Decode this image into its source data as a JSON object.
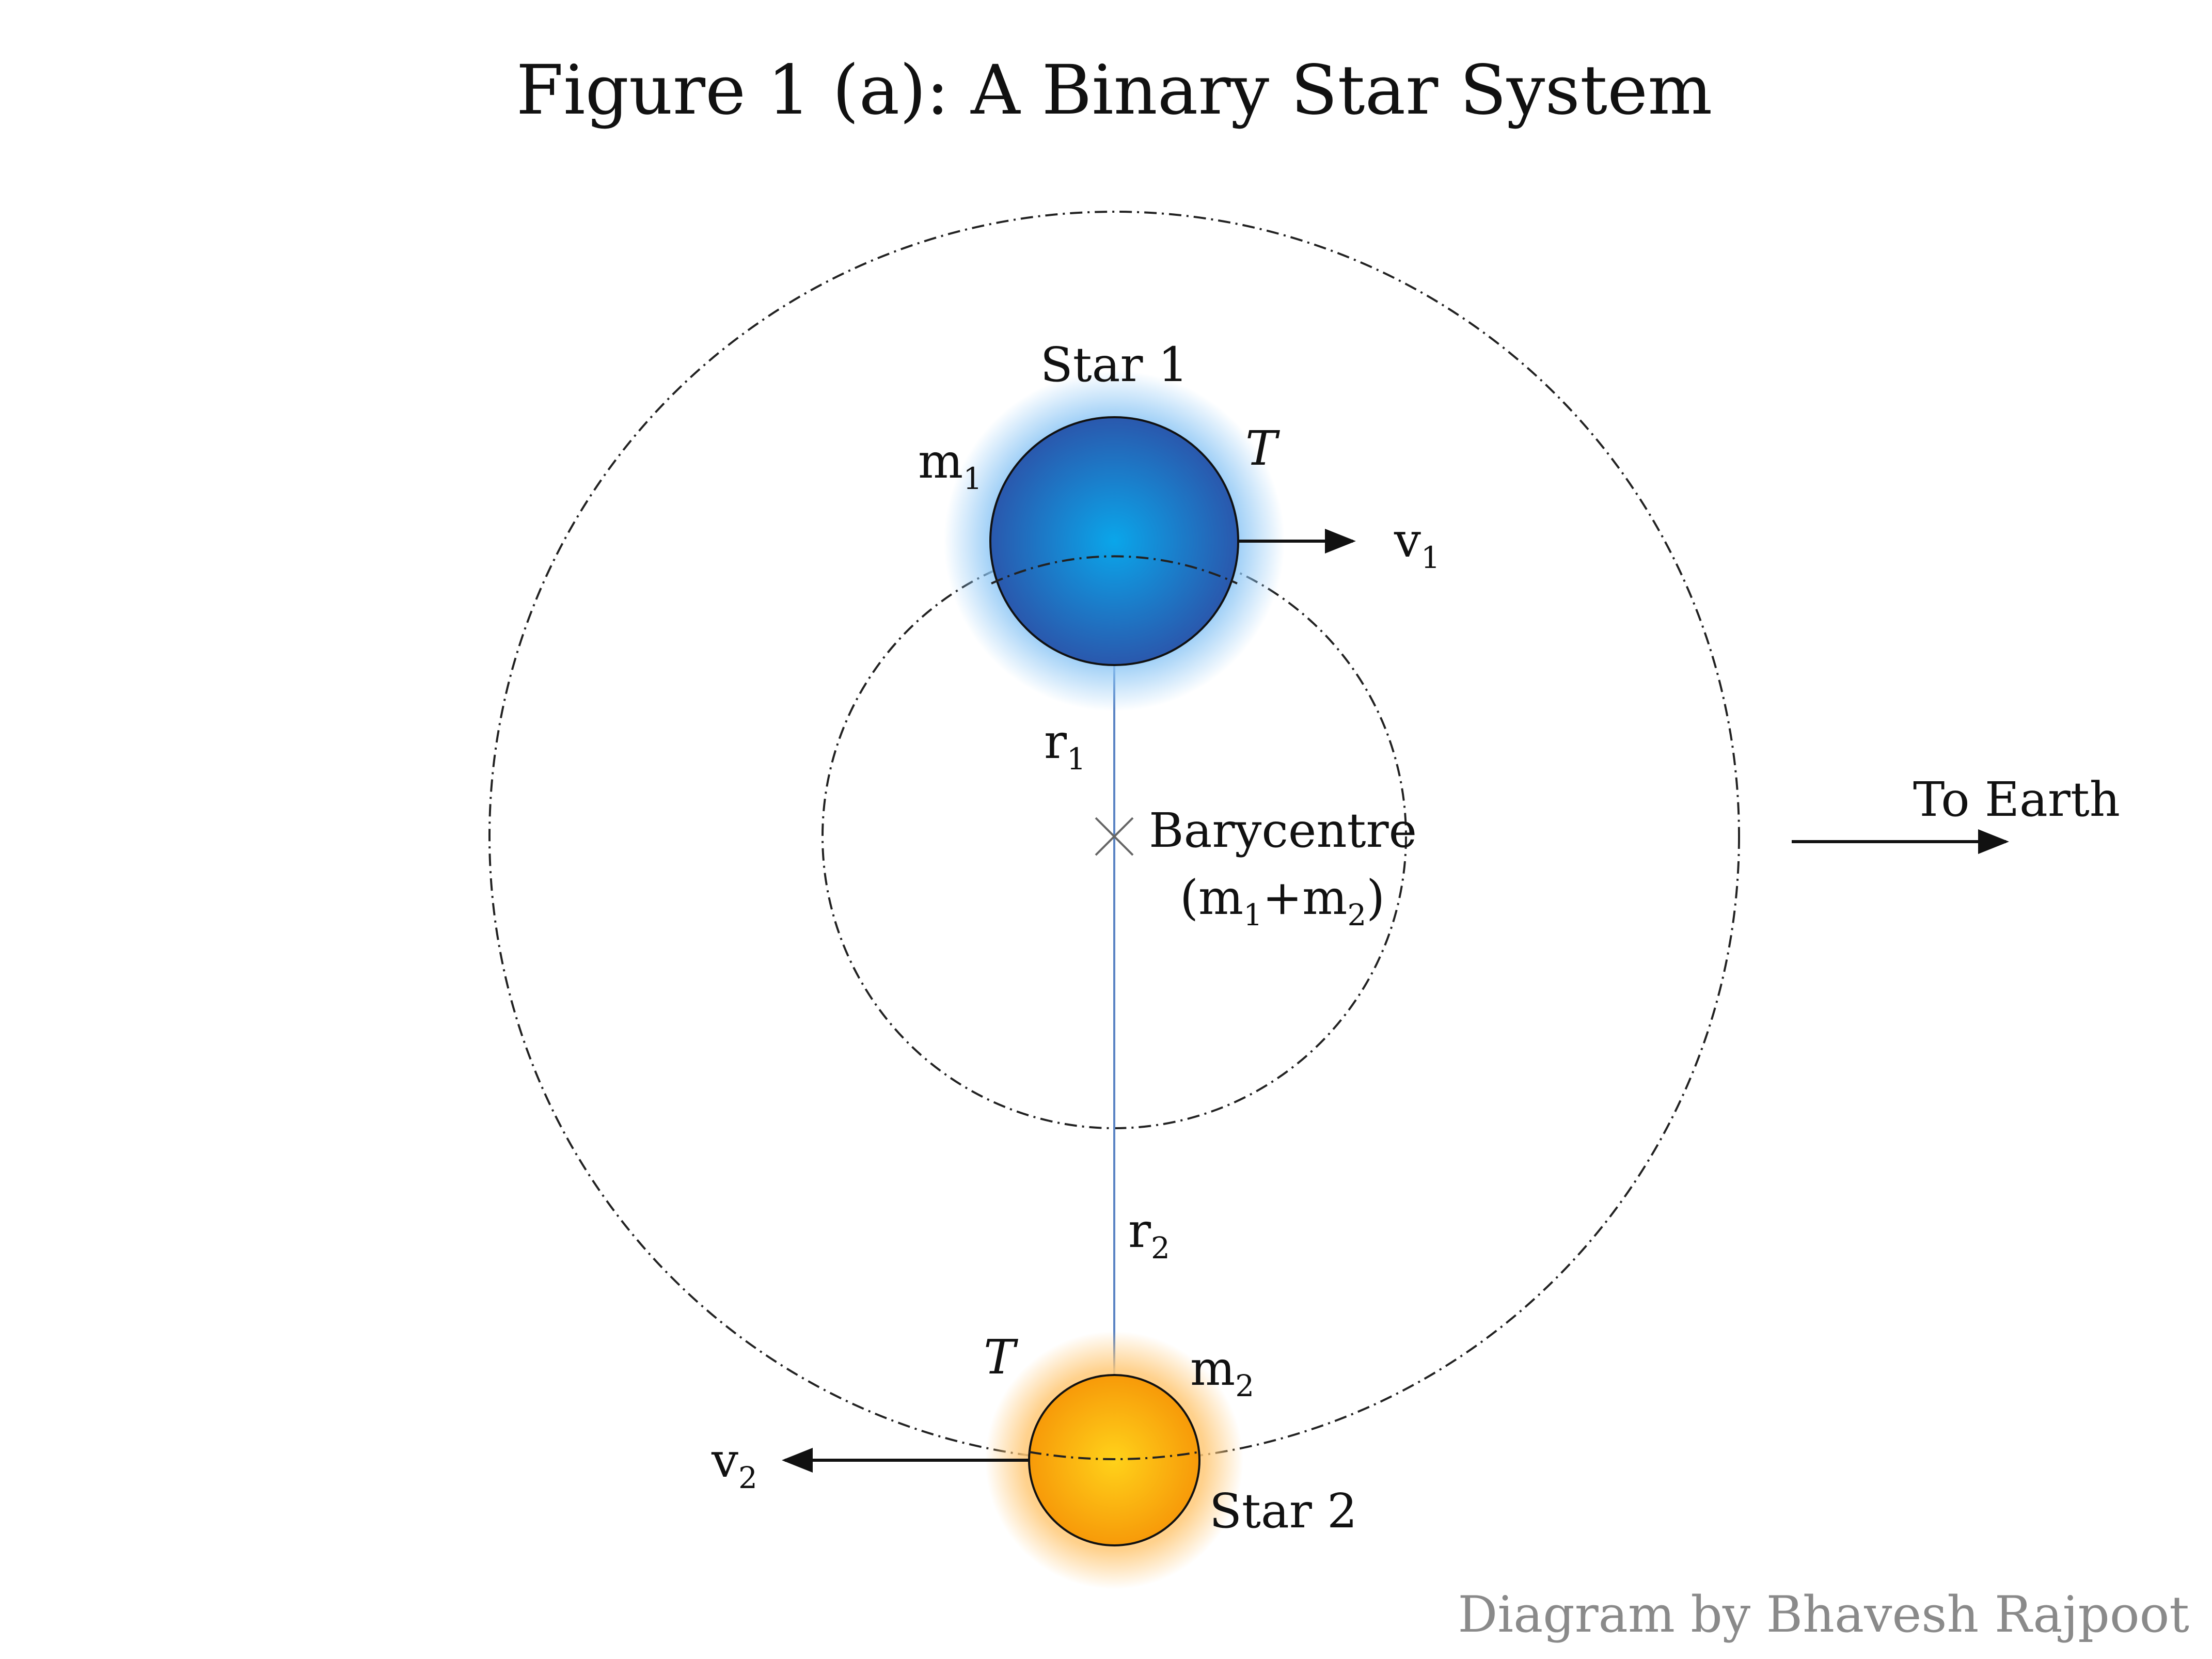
{
  "title": "Figure 1 (a): A Binary Star System",
  "star1": {
    "name": "Star 1",
    "mass": {
      "base": "m",
      "sub": "1"
    },
    "period": "T",
    "velocity": {
      "base": "v",
      "sub": "1"
    },
    "color_core": "#0aa6ea",
    "color_edge": "#2a58ad",
    "glow_color": "#8cc6f5"
  },
  "star2": {
    "name": "Star 2",
    "mass": {
      "base": "m",
      "sub": "2"
    },
    "period": "T",
    "velocity": {
      "base": "v",
      "sub": "2"
    },
    "color_core": "#ffd21a",
    "color_edge": "#f79a09",
    "glow_color": "#ffc978"
  },
  "radius1": {
    "base": "r",
    "sub": "1"
  },
  "radius2": {
    "base": "r",
    "sub": "2"
  },
  "barycentre": {
    "label": "Barycentre",
    "mass_open": "(m",
    "mass_sub1": "1",
    "mass_plus": "+m",
    "mass_sub2": "2",
    "mass_close": ")"
  },
  "direction_label": "To Earth",
  "credit": "Diagram by Bhavesh Rajpoot",
  "colors": {
    "line": "#5b84c4",
    "credit": "#8a8a8a",
    "text": "#111111"
  }
}
